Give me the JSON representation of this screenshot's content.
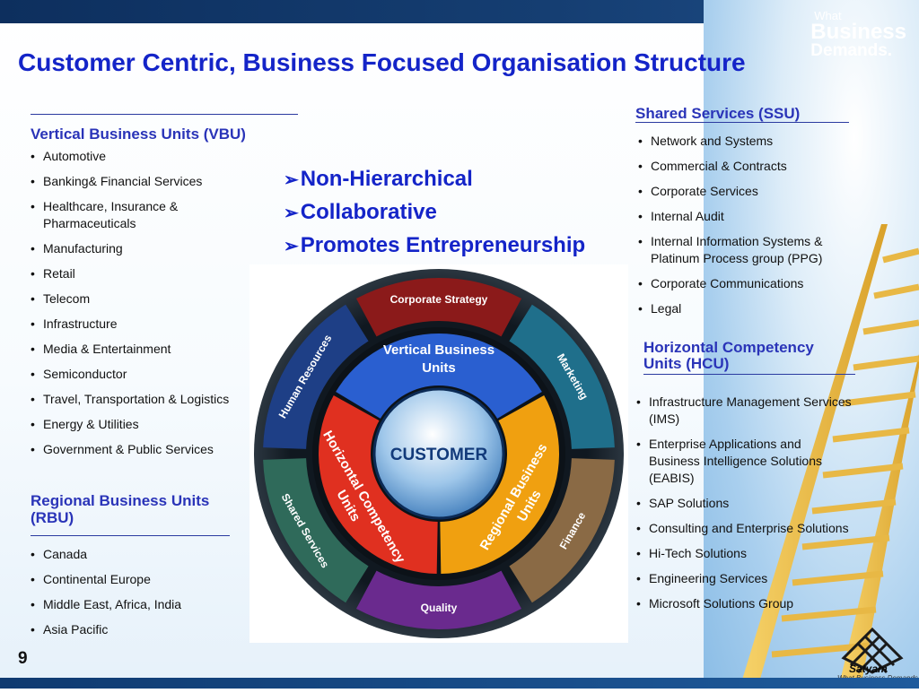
{
  "brand": {
    "line1": "What",
    "line2": "Business",
    "line3": "Demands."
  },
  "title": "Customer Centric, Business Focused Organisation Structure",
  "vbu": {
    "heading": "Vertical Business Units (VBU)",
    "items": [
      "Automotive",
      "Banking& Financial Services",
      "Healthcare, Insurance & Pharmaceuticals",
      "Manufacturing",
      "Retail",
      "Telecom",
      "Infrastructure",
      "Media & Entertainment",
      "Semiconductor",
      "Travel, Transportation & Logistics",
      "Energy & Utilities",
      "Government & Public Services"
    ]
  },
  "rbu": {
    "heading": "Regional Business Units (RBU)",
    "items": [
      "Canada",
      "Continental Europe",
      "Middle East, Africa, India",
      "Asia Pacific"
    ]
  },
  "principles": [
    "Non-Hierarchical",
    "Collaborative",
    "Promotes Entrepreneurship"
  ],
  "ssu": {
    "heading": "Shared Services (SSU)",
    "items": [
      "Network and Systems",
      "Commercial & Contracts",
      "Corporate Services",
      "Internal Audit",
      "Internal Information Systems & Platinum Process group (PPG)",
      "Corporate Communications",
      "Legal"
    ]
  },
  "hcu": {
    "heading": "Horizontal Competency Units (HCU)",
    "items": [
      "Infrastructure Management Services (IMS)",
      "Enterprise Applications and Business Intelligence Solutions (EABIS)",
      "SAP Solutions",
      "Consulting and Enterprise Solutions",
      "Hi-Tech Solutions",
      "Engineering Services",
      "Microsoft Solutions Group"
    ]
  },
  "diagram": {
    "center": "CUSTOMER",
    "inner_ring": [
      "Vertical Business Units",
      "Regional Business Units",
      "Horizontal Competency Units"
    ],
    "outer_ring": [
      "Corporate Strategy",
      "Marketing",
      "Finance",
      "Quality",
      "Shared Services",
      "Human Resources"
    ],
    "colors": {
      "corporate_strategy": "#8b1a1a",
      "marketing": "#1f6f8b",
      "finance": "#8a6a45",
      "quality": "#6a2a8e",
      "shared_services": "#2f6a5a",
      "human_resources": "#1e3f86",
      "vbu": "#2a5fd0",
      "rbu": "#f0a010",
      "hcu": "#e03020"
    }
  },
  "page_number": "9",
  "logo": {
    "name": "Satyam",
    "tagline": "What Business Demands."
  }
}
